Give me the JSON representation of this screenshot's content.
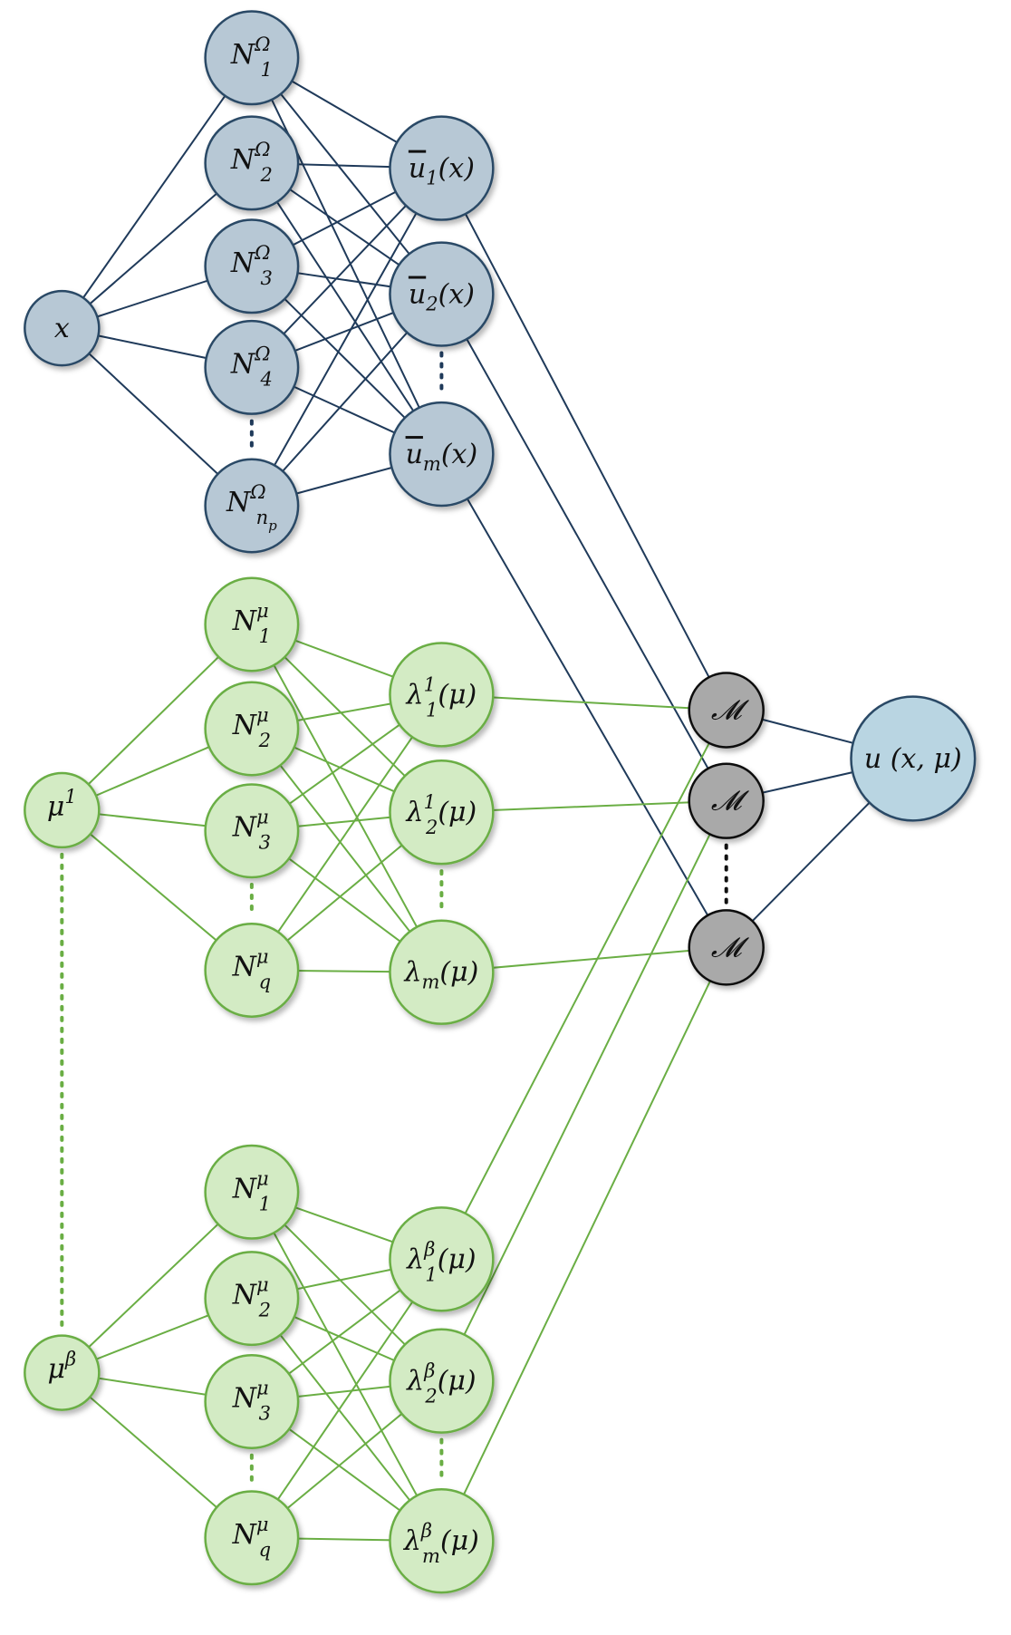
{
  "colors": {
    "blue_fill": "#b7c8d5",
    "blue_stroke": "#2a4a66",
    "blue_edge": "#1f3a5a",
    "green_fill": "#d3ebc4",
    "green_stroke": "#6aae44",
    "green_edge": "#6aae44",
    "gray_fill": "#a9a9a9",
    "gray_stroke": "#111111",
    "output_fill": "#b9d5e2",
    "output_stroke": "#2a4a66"
  },
  "nodes": {
    "x": {
      "base": "x"
    },
    "NO1": {
      "base": "N",
      "sup": "Ω",
      "sub": "1"
    },
    "NO2": {
      "base": "N",
      "sup": "Ω",
      "sub": "2"
    },
    "NO3": {
      "base": "N",
      "sup": "Ω",
      "sub": "3"
    },
    "NO4": {
      "base": "N",
      "sup": "Ω",
      "sub": "4"
    },
    "NOn": {
      "base": "N",
      "sup": "Ω",
      "sub": "n",
      "subsub": "p"
    },
    "u1": {
      "base": "u",
      "sub": "1",
      "tail": "(x)",
      "bar": true
    },
    "u2": {
      "base": "u",
      "sub": "2",
      "tail": "(x)",
      "bar": true
    },
    "um": {
      "base": "u",
      "sub": "m",
      "tail": "(x)",
      "bar": true
    },
    "mu1": {
      "base": "μ",
      "sup": "1"
    },
    "NmA1": {
      "base": "N",
      "sup": "μ",
      "sub": "1"
    },
    "NmA2": {
      "base": "N",
      "sup": "μ",
      "sub": "2"
    },
    "NmA3": {
      "base": "N",
      "sup": "μ",
      "sub": "3"
    },
    "NmAq": {
      "base": "N",
      "sup": "μ",
      "sub": "q"
    },
    "lA1": {
      "base": "λ",
      "sup": "1",
      "sub": "1",
      "tail": "(μ)"
    },
    "lA2": {
      "base": "λ",
      "sup": "1",
      "sub": "2",
      "tail": "(μ)"
    },
    "lAm": {
      "base": "λ",
      "sub": "m",
      "tail": "(μ)"
    },
    "mub": {
      "base": "μ",
      "sup": "β"
    },
    "NmB1": {
      "base": "N",
      "sup": "μ",
      "sub": "1"
    },
    "NmB2": {
      "base": "N",
      "sup": "μ",
      "sub": "2"
    },
    "NmB3": {
      "base": "N",
      "sup": "μ",
      "sub": "3"
    },
    "NmBq": {
      "base": "N",
      "sup": "μ",
      "sub": "q"
    },
    "lB1": {
      "base": "λ",
      "sup": "β",
      "sub": "1",
      "tail": "(μ)"
    },
    "lB2": {
      "base": "λ",
      "sup": "β",
      "sub": "2",
      "tail": "(μ)"
    },
    "lBm": {
      "base": "λ",
      "sup": "β",
      "sub": "m",
      "tail": "(μ)"
    },
    "M1": {
      "base": "𝓜"
    },
    "M2": {
      "base": "𝓜"
    },
    "M3": {
      "base": "𝓜"
    },
    "out": {
      "base": "u",
      "tail": " (x, μ)"
    }
  }
}
